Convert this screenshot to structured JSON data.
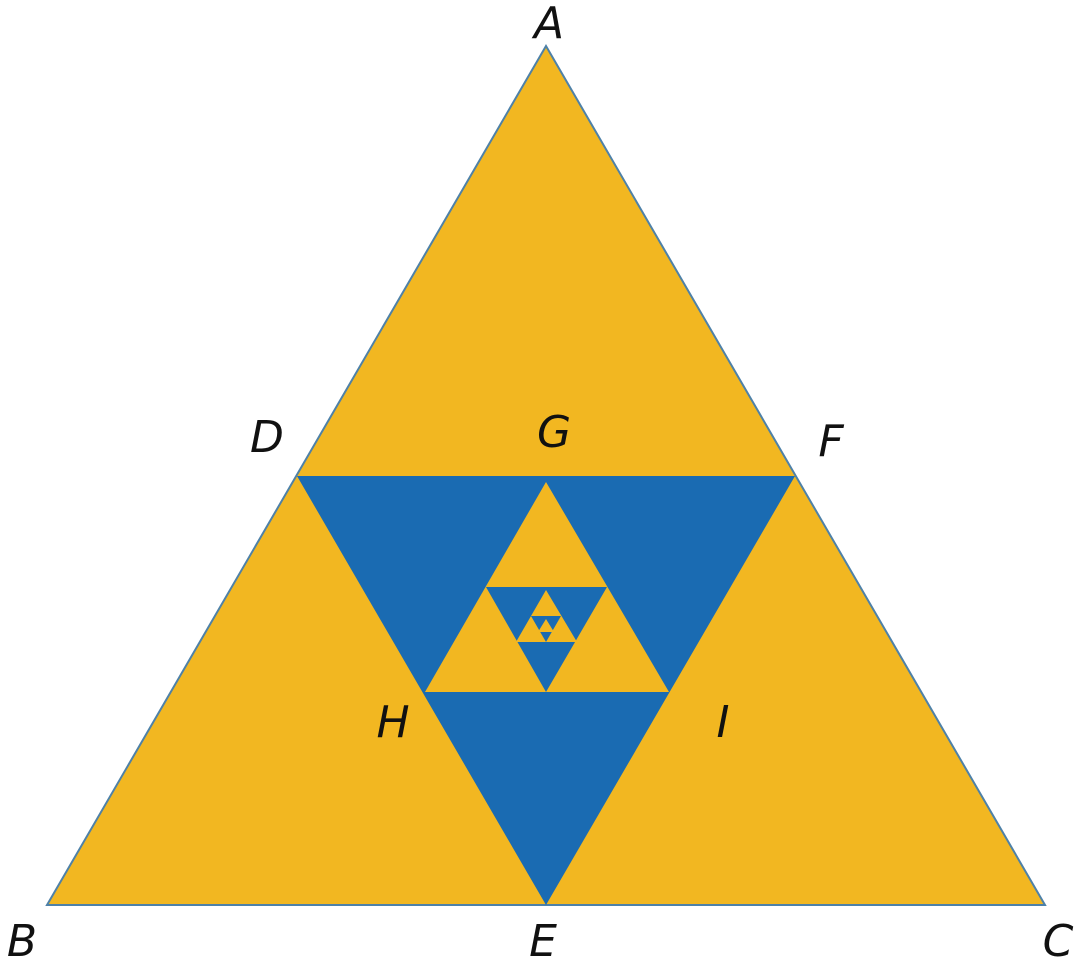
{
  "diagram": {
    "colors": {
      "gold": "#F2B721",
      "blue": "#1A6BB2",
      "outline": "#4E81A8"
    },
    "labels": {
      "A": "A",
      "B": "B",
      "C": "C",
      "D": "D",
      "E": "E",
      "F": "F",
      "G": "G",
      "H": "H",
      "I": "I"
    }
  }
}
